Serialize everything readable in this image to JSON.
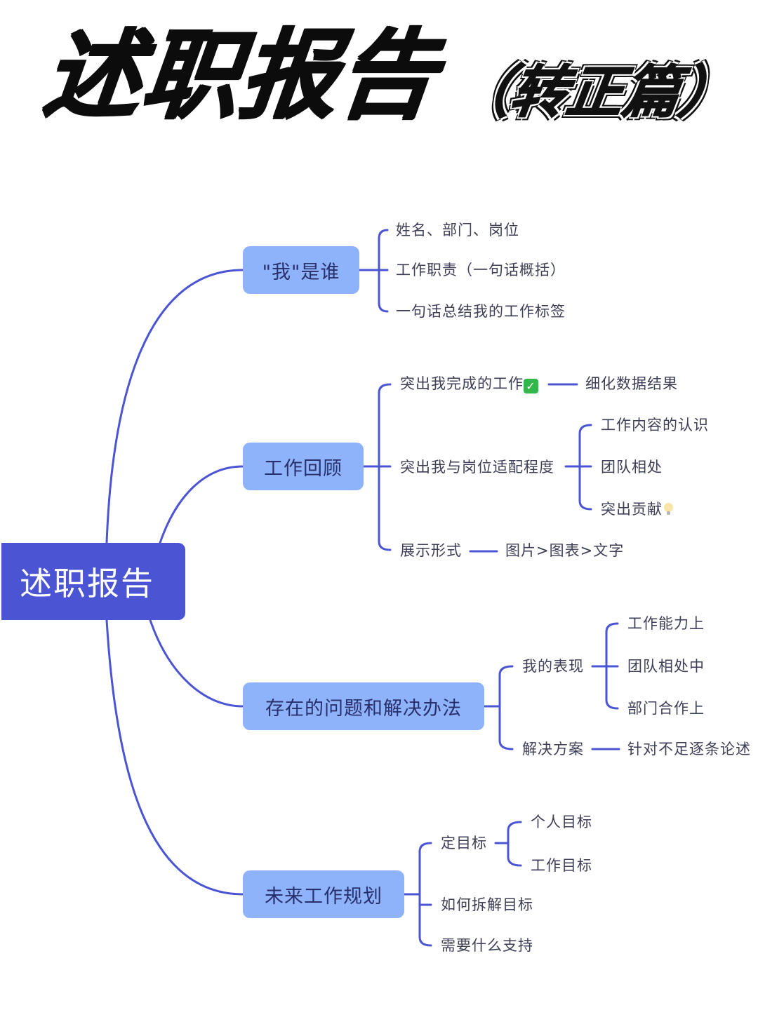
{
  "title": "述职报告",
  "subtitle": "（转正篇）",
  "colors": {
    "root_bg": "#4b55d4",
    "branch_bg": "#8fb3fb",
    "line": "#4b55d4",
    "leaf_text": "#3d3f57",
    "branch_text": "#28306b"
  },
  "mindmap": {
    "root": "述职报告",
    "branches": [
      {
        "label": "\"我\"是谁",
        "children": [
          {
            "label": "姓名、部门、岗位"
          },
          {
            "label": "工作职责（一句话概括）"
          },
          {
            "label": "一句话总结我的工作标签"
          }
        ]
      },
      {
        "label": "工作回顾",
        "children": [
          {
            "label": "突出我完成的工作",
            "icon": "check-mark-icon",
            "children": [
              {
                "label": "细化数据结果"
              }
            ]
          },
          {
            "label": "突出我与岗位适配程度",
            "children": [
              {
                "label": "工作内容的认识"
              },
              {
                "label": "团队相处"
              },
              {
                "label": "突出贡献",
                "icon": "light-bulb-icon"
              }
            ]
          },
          {
            "label": "展示形式",
            "children": [
              {
                "label": "图片>图表>文字"
              }
            ]
          }
        ]
      },
      {
        "label": "存在的问题和解决办法",
        "children": [
          {
            "label": "我的表现",
            "children": [
              {
                "label": "工作能力上"
              },
              {
                "label": "团队相处中"
              },
              {
                "label": "部门合作上"
              }
            ]
          },
          {
            "label": "解决方案",
            "children": [
              {
                "label": "针对不足逐条论述"
              }
            ]
          }
        ]
      },
      {
        "label": "未来工作规划",
        "children": [
          {
            "label": "定目标",
            "children": [
              {
                "label": "个人目标"
              },
              {
                "label": "工作目标"
              }
            ]
          },
          {
            "label": "如何拆解目标"
          },
          {
            "label": "需要什么支持"
          }
        ]
      }
    ]
  }
}
